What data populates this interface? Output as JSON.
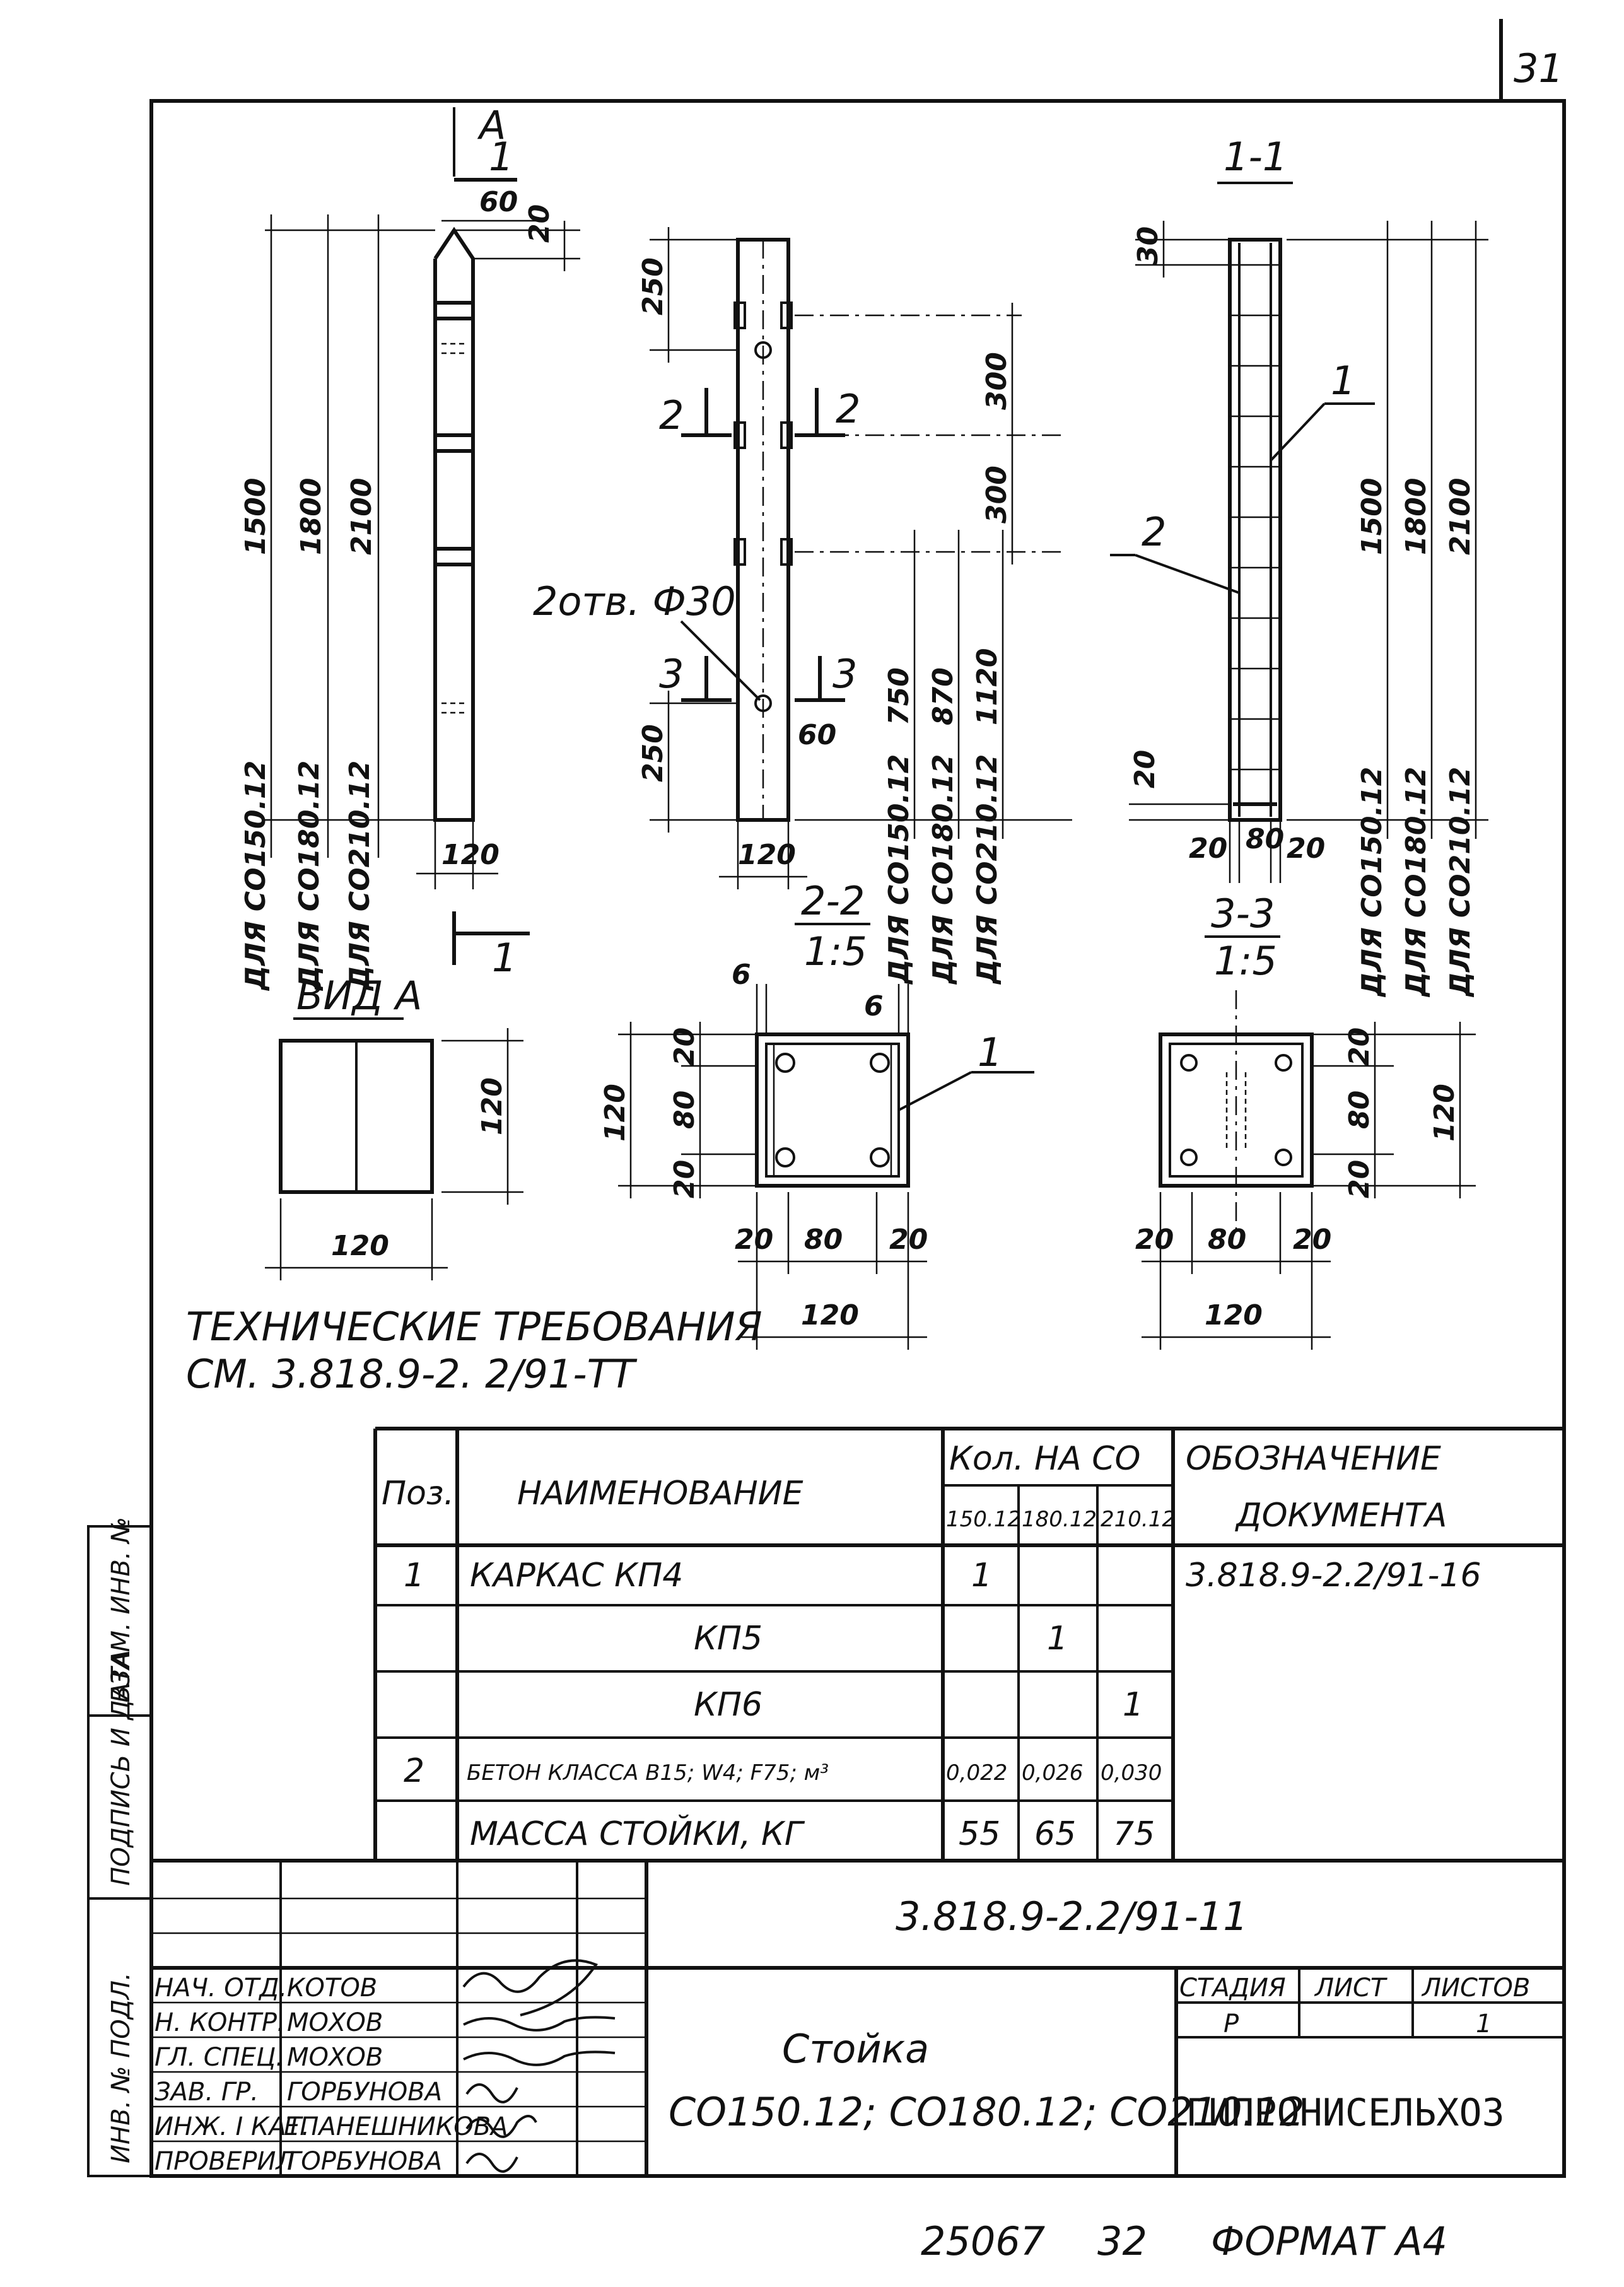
{
  "sheet": {
    "page_number": "31",
    "bottom_number": "25067",
    "bottom_copy": "32",
    "format": "ФОРМАТ А4"
  },
  "views": {
    "elevation": {
      "section_mark": "А",
      "cut_mark": "1",
      "dims": [
        "60",
        "20",
        "1500",
        "1800",
        "2100",
        "120"
      ],
      "notes": [
        "ДЛЯ СО150.12",
        "ДЛЯ СО180.12",
        "ДЛЯ СО210.12"
      ]
    },
    "view_a": {
      "title": "ВИД А",
      "dims": [
        "120",
        "120"
      ]
    },
    "front": {
      "dims": [
        "250",
        "300",
        "300",
        "250",
        "60",
        "120",
        "750",
        "870",
        "1120"
      ],
      "holes_label": "2отв. Ф30",
      "cuts": [
        "2",
        "2",
        "3",
        "3"
      ],
      "notes": [
        "ДЛЯ СО150.12",
        "ДЛЯ СО180.12",
        "ДЛЯ СО210.12"
      ]
    },
    "section_1_1": {
      "title": "1-1",
      "dims": [
        "30",
        "20",
        "20",
        "80",
        "20",
        "1500",
        "1800",
        "2100"
      ],
      "callouts": [
        "1",
        "2"
      ],
      "notes": [
        "ДЛЯ СО150.12",
        "ДЛЯ СО180.12",
        "ДЛЯ СО210.12"
      ]
    },
    "section_2_2": {
      "title": "2-2",
      "scale": "1:5",
      "dims": [
        "6",
        "6",
        "20",
        "80",
        "20",
        "120",
        "20",
        "80",
        "20",
        "120"
      ],
      "callout": "1"
    },
    "section_3_3": {
      "title": "3-3",
      "scale": "1:5",
      "dims": [
        "20",
        "80",
        "20",
        "120",
        "20",
        "80",
        "20",
        "120"
      ]
    }
  },
  "notes": {
    "line1": "ТЕХНИЧЕСКИЕ ТРЕБОВАНИЯ",
    "line2": "СМ. 3.818.9-2. 2/91-ТТ"
  },
  "spec_table": {
    "headers": {
      "pos": "Поз.",
      "name": "НАИМЕНОВАНИЕ",
      "qty": "Кол. НА СО",
      "qty_cols": [
        "150.12",
        "180.12",
        "210.12"
      ],
      "doc_line1": "ОБОЗНАЧЕНИЕ",
      "doc_line2": "ДОКУМЕНТА"
    },
    "rows": [
      {
        "pos": "1",
        "name": "КАРКАС КП4",
        "q1": "1",
        "q2": "",
        "q3": "",
        "doc": "3.818.9-2.2/91-16"
      },
      {
        "pos": "",
        "name": "КП5",
        "q1": "",
        "q2": "1",
        "q3": "",
        "doc": ""
      },
      {
        "pos": "",
        "name": "КП6",
        "q1": "",
        "q2": "",
        "q3": "1",
        "doc": ""
      },
      {
        "pos": "2",
        "name": "БЕТОН КЛАССА В15; W4; F75; м³",
        "q1": "0,022",
        "q2": "0,026",
        "q3": "0,030",
        "doc": ""
      },
      {
        "pos": "",
        "name": "МАССА СТОЙКИ, КГ",
        "q1": "55",
        "q2": "65",
        "q3": "75",
        "doc": ""
      }
    ]
  },
  "side_stamp": {
    "cells": [
      "ИНВ. № ПОДЛ.",
      "ПОДПИСЬ И ДАТА",
      "ВЗАМ. ИНВ. №"
    ]
  },
  "title_block": {
    "code": "3.818.9-2.2/91-11",
    "roles": [
      {
        "role": "НАЧ. ОТД.",
        "name": "КОТОВ"
      },
      {
        "role": "Н. КОНТР.",
        "name": "МОХОВ"
      },
      {
        "role": "ГЛ. СПЕЦ.",
        "name": "МОХОВ"
      },
      {
        "role": "ЗАВ. ГР.",
        "name": "ГОРБУНОВА"
      },
      {
        "role": "ИНЖ. I КАТ.",
        "name": "ЕПАНЕШНИКОВА"
      },
      {
        "role": "ПРОВЕРИЛ",
        "name": "ГОРБУНОВА"
      }
    ],
    "product_name": "Стойка",
    "product_codes": "СО150.12; СО180.12; СО210.12",
    "stage_label": "СТАДИЯ",
    "sheet_label": "ЛИСТ",
    "sheets_label": "ЛИСТОВ",
    "stage": "Р",
    "sheet": "",
    "sheets": "1",
    "org": "ГИПРОНИСЕЛЬХОЗ"
  }
}
